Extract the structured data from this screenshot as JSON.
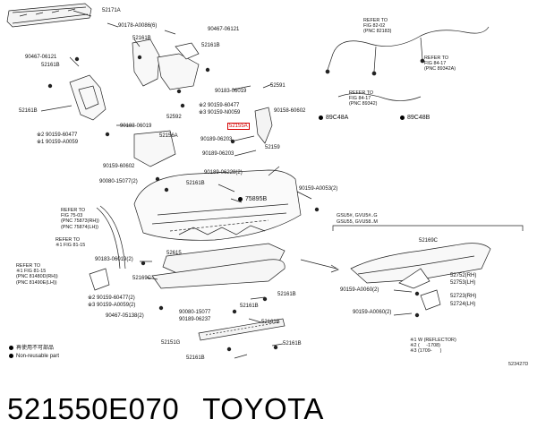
{
  "diagram": {
    "labels": [
      {
        "id": "52171A",
        "text": "52171A"
      },
      {
        "id": "90178",
        "text": "90178-A0086(6)"
      },
      {
        "id": "90467_a",
        "text": "90467-06121"
      },
      {
        "id": "52161B_a",
        "text": "52161B"
      },
      {
        "id": "52161B_b",
        "text": "52161B"
      },
      {
        "id": "90467_b",
        "text": "90467-06121"
      },
      {
        "id": "52161B_c",
        "text": "52161B"
      },
      {
        "id": "52161B_d",
        "text": "52161B"
      },
      {
        "id": "refer_82",
        "text": "REFER TO\nFIG 82-02\n(PNC 82183)"
      },
      {
        "id": "refer_84a",
        "text": "REFER TO\nFIG 84-17\n(PNC 89342A)"
      },
      {
        "id": "90183_a",
        "text": "90183-06019"
      },
      {
        "id": "52591",
        "text": "52591"
      },
      {
        "id": "refer_84b",
        "text": "REFER TO\nFIG 84-17\n(PNC 89342)"
      },
      {
        "id": "90159_60477_a",
        "text": "※2 90159-60477"
      },
      {
        "id": "90159_N059",
        "text": "※3 90159-N0059"
      },
      {
        "id": "90158",
        "text": "90158-60602"
      },
      {
        "id": "89C48A",
        "text": "89C48A"
      },
      {
        "id": "89C48B",
        "text": "89C48B"
      },
      {
        "id": "52592",
        "text": "52592"
      },
      {
        "id": "90183_b",
        "text": "90183-06019"
      },
      {
        "id": "52155A",
        "text": "52155A"
      },
      {
        "id": "90159_60477_b",
        "text": "※2 90159-60477"
      },
      {
        "id": "190159",
        "text": "※1 90159-A0059"
      },
      {
        "id": "52156A",
        "text": "52156A"
      },
      {
        "id": "90189_a",
        "text": "90189-06203"
      },
      {
        "id": "52159",
        "text": "52159"
      },
      {
        "id": "90189_b",
        "text": "90189-06203"
      },
      {
        "id": "90159_60602",
        "text": "90159-60602"
      },
      {
        "id": "90189_06228",
        "text": "90189-06228(2)"
      },
      {
        "id": "90080",
        "text": "90080-15077(2)"
      },
      {
        "id": "52161B_e",
        "text": "52161B"
      },
      {
        "id": "90159_A0053",
        "text": "90159-A0053(2)"
      },
      {
        "id": "75895B",
        "text": "75895B"
      },
      {
        "id": "refer_75",
        "text": "REFER TO\nFIG 75-03\n(PNC 75873(RH))\n(PNC 75874(LH))"
      },
      {
        "id": "refer_81a",
        "text": "REFER TO\n※1 FIG 81-15"
      },
      {
        "id": "gsu_a",
        "text": "GSU5#, GVU5#..G"
      },
      {
        "id": "gsu_b",
        "text": "GSU55, GVU58..M"
      },
      {
        "id": "52169C_r",
        "text": "52169C"
      },
      {
        "id": "90183_c",
        "text": "90183-06019(2)"
      },
      {
        "id": "52615",
        "text": "52615"
      },
      {
        "id": "refer_81b",
        "text": "REFER TO\n※1 FIG 81-15\n(PNC 81480D(RH))\n(PNC 81490E(LH))"
      },
      {
        "id": "52169C_l",
        "text": "52169C"
      },
      {
        "id": "52161B_f",
        "text": "52161B"
      },
      {
        "id": "52752",
        "text": "52752(RH)"
      },
      {
        "id": "52753",
        "text": "52753(LH)"
      },
      {
        "id": "90159_A0060_a",
        "text": "90159-A0060(2)"
      },
      {
        "id": "52723",
        "text": "52723(RH)"
      },
      {
        "id": "52724",
        "text": "52724(LH)"
      },
      {
        "id": "90159_60477_c",
        "text": "※2 90159-60477(2)"
      },
      {
        "id": "90159_A0059_c",
        "text": "※3 90159-A0059(2)"
      },
      {
        "id": "52161B_g",
        "text": "52161B"
      },
      {
        "id": "90467_c",
        "text": "90467-05138(2)"
      },
      {
        "id": "90080_b",
        "text": "90080-15077"
      },
      {
        "id": "90189_06237",
        "text": "90189-06237"
      },
      {
        "id": "90159_A0060_b",
        "text": "90159-A0060(2)"
      },
      {
        "id": "52161B_h",
        "text": "52161B"
      },
      {
        "id": "52151G",
        "text": "52151G"
      },
      {
        "id": "52161B_i",
        "text": "52161B"
      },
      {
        "id": "52161B_j",
        "text": "52161B"
      },
      {
        "id": "notes",
        "text": "※1 W (REFLECTOR)\n※2 (     -1708)\n※3 (1709-      )"
      }
    ],
    "legend": {
      "jp": "再使用不可部品",
      "en": "Non-reusable part"
    },
    "diagram_code": "523427D",
    "footer": {
      "part_number": "521550E070",
      "brand": "TOYOTA"
    },
    "highlight_color": "#d40000"
  }
}
